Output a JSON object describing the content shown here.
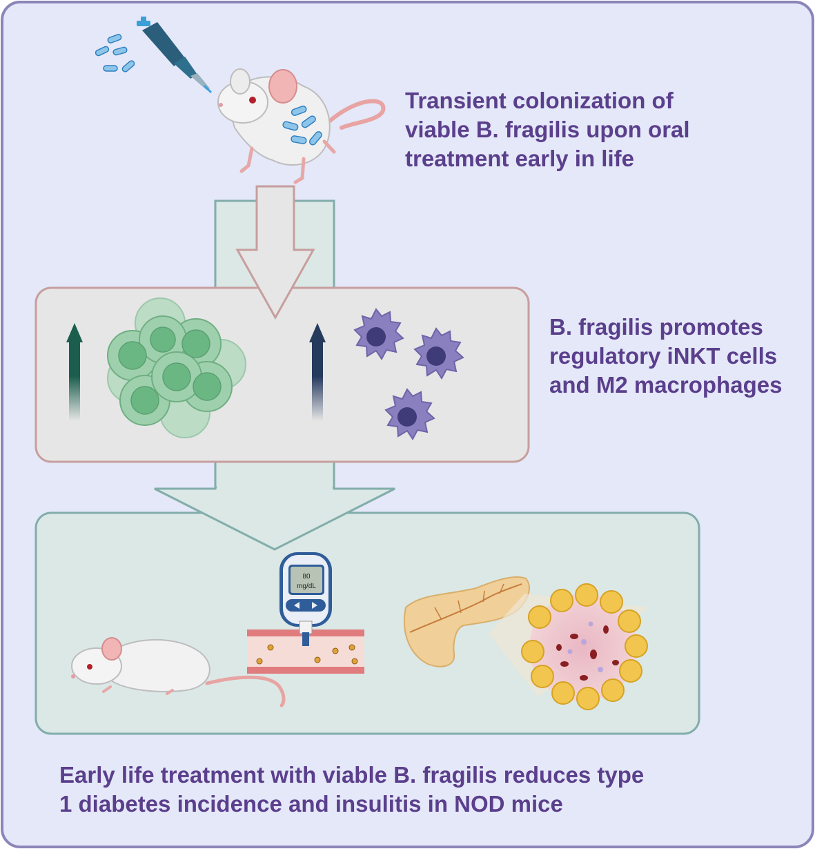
{
  "panel_top": {
    "caption_lines": [
      "Transient colonization of",
      "viable B. fragilis upon oral",
      "treatment early in life"
    ]
  },
  "panel_middle": {
    "caption_lines": [
      "B. fragilis promotes",
      "regulatory iNKT cells",
      "and M2 macrophages"
    ]
  },
  "panel_bottom": {
    "glucometer": {
      "value": "80",
      "unit": "mg/dL"
    }
  },
  "conclusion": {
    "caption_lines": [
      "Early life treatment with viable B. fragilis reduces type",
      "1 diabetes incidence and insulitis in NOD mice"
    ]
  },
  "colors": {
    "background": "#e4e8f8",
    "frame": "#8b85b8",
    "caption_text": "#5b3f8c",
    "middle_box_fill": "#e6e6e6",
    "middle_box_border": "#c79e9e",
    "bottom_box_fill": "#dbe8e6",
    "bottom_box_border": "#82adaa",
    "inkt_arrow": "#1c5e4e",
    "macrophage_arrow": "#263a5e",
    "inkt_cell": "#7cc08f",
    "macrophage": "#8a80c0"
  },
  "icons": [
    "pipette-icon",
    "bacteria-icon",
    "mouse-icon",
    "arrow-down-icon",
    "inkt-cells-icon",
    "macrophage-icon",
    "glucometer-icon",
    "blood-vessel-icon",
    "pancreas-icon",
    "islet-icon"
  ]
}
